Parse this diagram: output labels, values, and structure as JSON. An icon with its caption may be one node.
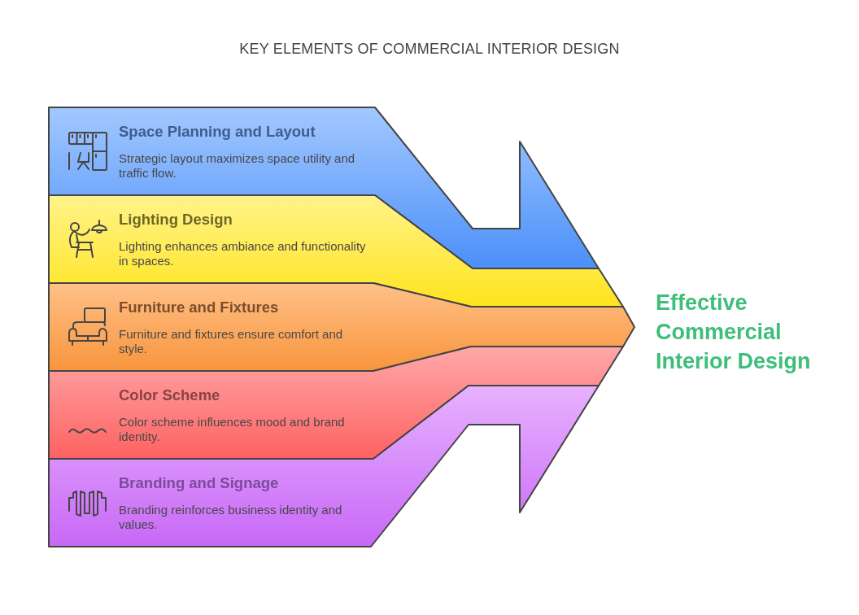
{
  "diagram": {
    "title": "KEY ELEMENTS OF COMMERCIAL INTERIOR DESIGN",
    "nodes": [
      {
        "text": [
          "Space Planning and Layout",
          "Strategic layout maximizes space utility and traffic flow."
        ]
      },
      {
        "text": [
          "Lighting Design",
          "Lighting enhances ambiance and functionality in spaces."
        ]
      },
      {
        "text": [
          "Furniture and Fixtures",
          "Furniture and fixtures ensure comfort and style."
        ]
      },
      {
        "text": [
          "Color Scheme",
          "Color scheme influences mood and brand identity."
        ]
      },
      {
        "text": [
          "Branding and Signage",
          "Branding reinforces business identity and values."
        ]
      }
    ],
    "labels": [
      "Effective Commercial Interior Design"
    ]
  }
}
